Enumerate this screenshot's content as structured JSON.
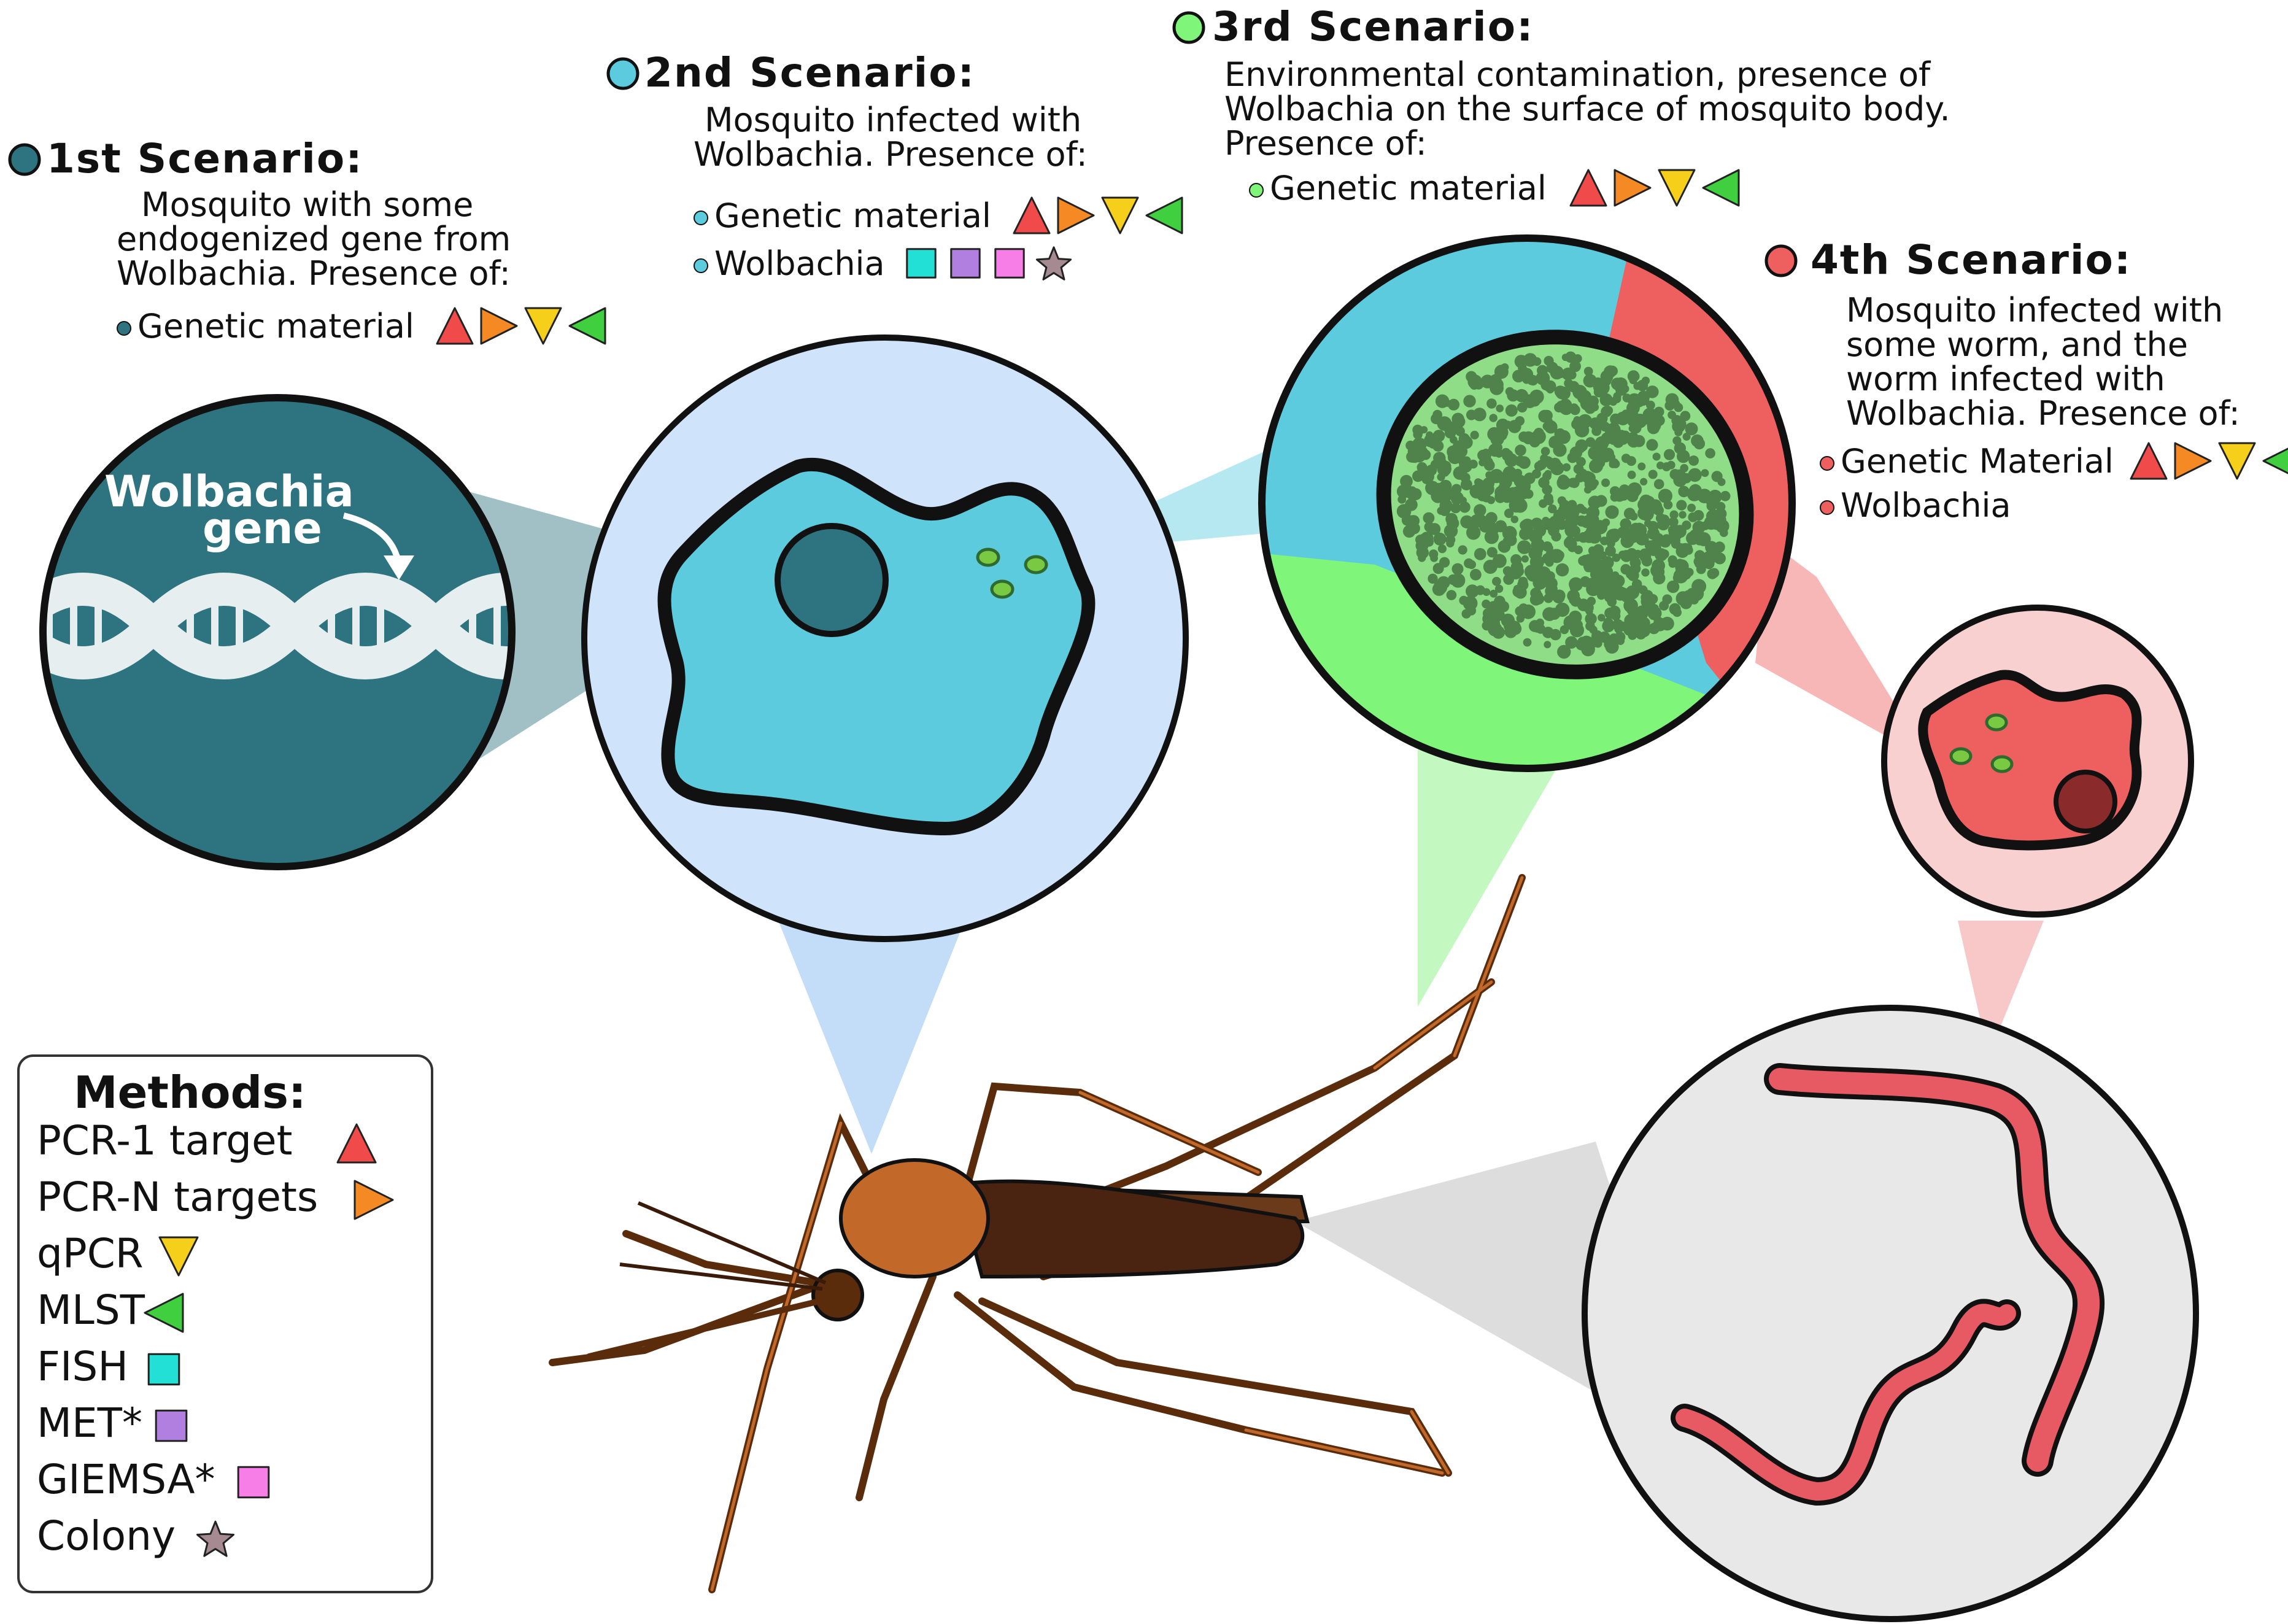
{
  "colors": {
    "scenario1": "#2d7480",
    "scenario2": "#5ccbde",
    "scenario3": "#7ff57a",
    "scenario4": "#ee5f5f",
    "pcr1": "#f04a4a",
    "pcrN": "#f58a24",
    "qpcr": "#f6cf1a",
    "mlst": "#3fcf3f",
    "fish": "#22e0d6",
    "met": "#b07fe0",
    "giemsa": "#f77ee6",
    "colony": "#a58a92"
  },
  "scenario1": {
    "title": "1st Scenario:",
    "desc": [
      "Mosquito  with some",
      "endogenized gene from",
      "Wolbachia. Presence of:"
    ],
    "items": [
      {
        "label": "Genetic material",
        "icons": [
          "pcr1",
          "pcrN",
          "qpcr",
          "mlst"
        ]
      }
    ],
    "gene_label_1": "Wolbachia",
    "gene_label_2": "gene"
  },
  "scenario2": {
    "title": "2nd Scenario:",
    "desc": [
      "Mosquito infected with",
      "Wolbachia. Presence of:"
    ],
    "items": [
      {
        "label": "Genetic material",
        "icons": [
          "pcr1",
          "pcrN",
          "qpcr",
          "mlst"
        ]
      },
      {
        "label": "Wolbachia",
        "icons": [
          "fish",
          "met",
          "giemsa",
          "colony"
        ]
      }
    ]
  },
  "scenario3": {
    "title": "3rd Scenario:",
    "desc": [
      "Environmental contamination, presence of",
      "Wolbachia on the surface of mosquito body.",
      "Presence of:"
    ],
    "items": [
      {
        "label": "Genetic material",
        "icons": [
          "pcr1",
          "pcrN",
          "qpcr",
          "mlst"
        ]
      }
    ]
  },
  "scenario4": {
    "title": "4th Scenario:",
    "desc": [
      "Mosquito infected with",
      "some worm, and the",
      "worm infected with",
      "Wolbachia. Presence of:"
    ],
    "items": [
      {
        "label": "Genetic Material",
        "icons": [
          "pcr1",
          "pcrN",
          "qpcr",
          "mlst"
        ]
      },
      {
        "label": "Wolbachia",
        "icons": []
      }
    ]
  },
  "legend": {
    "title": "Methods:",
    "items": [
      {
        "label": "PCR-1 target",
        "icon": "pcr1"
      },
      {
        "label": "PCR-N targets",
        "icon": "pcrN"
      },
      {
        "label": "qPCR",
        "icon": "qpcr"
      },
      {
        "label": "MLST",
        "icon": "mlst"
      },
      {
        "label": "FISH",
        "icon": "fish"
      },
      {
        "label": "MET*",
        "icon": "met"
      },
      {
        "label": "GIEMSA*",
        "icon": "giemsa"
      },
      {
        "label": "Colony",
        "icon": "colony"
      }
    ]
  }
}
